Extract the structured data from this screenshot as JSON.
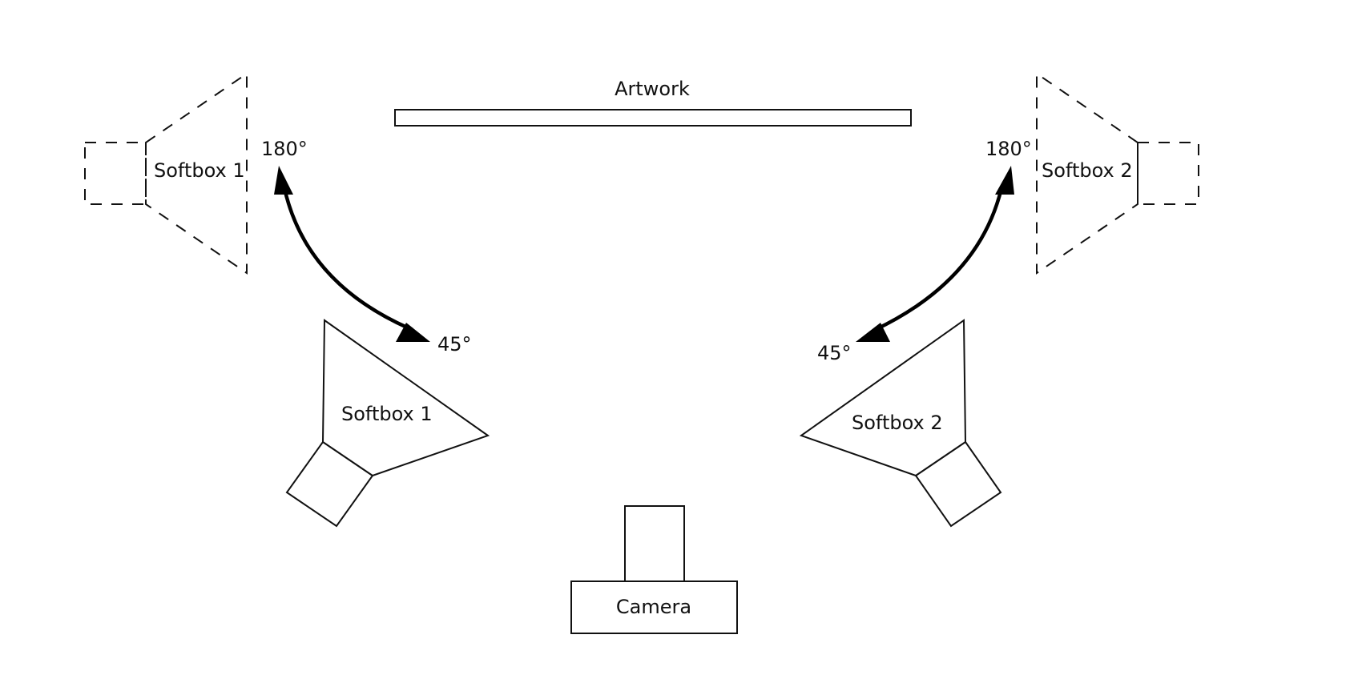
{
  "labels": {
    "artwork": "Artwork",
    "camera": "Camera",
    "softbox_1": "Softbox 1",
    "softbox_2": "Softbox 2",
    "angle_start": "180°",
    "angle_end": "45°"
  },
  "colors": {
    "stroke": "#111111",
    "arrow": "#000000",
    "background": "#ffffff"
  }
}
